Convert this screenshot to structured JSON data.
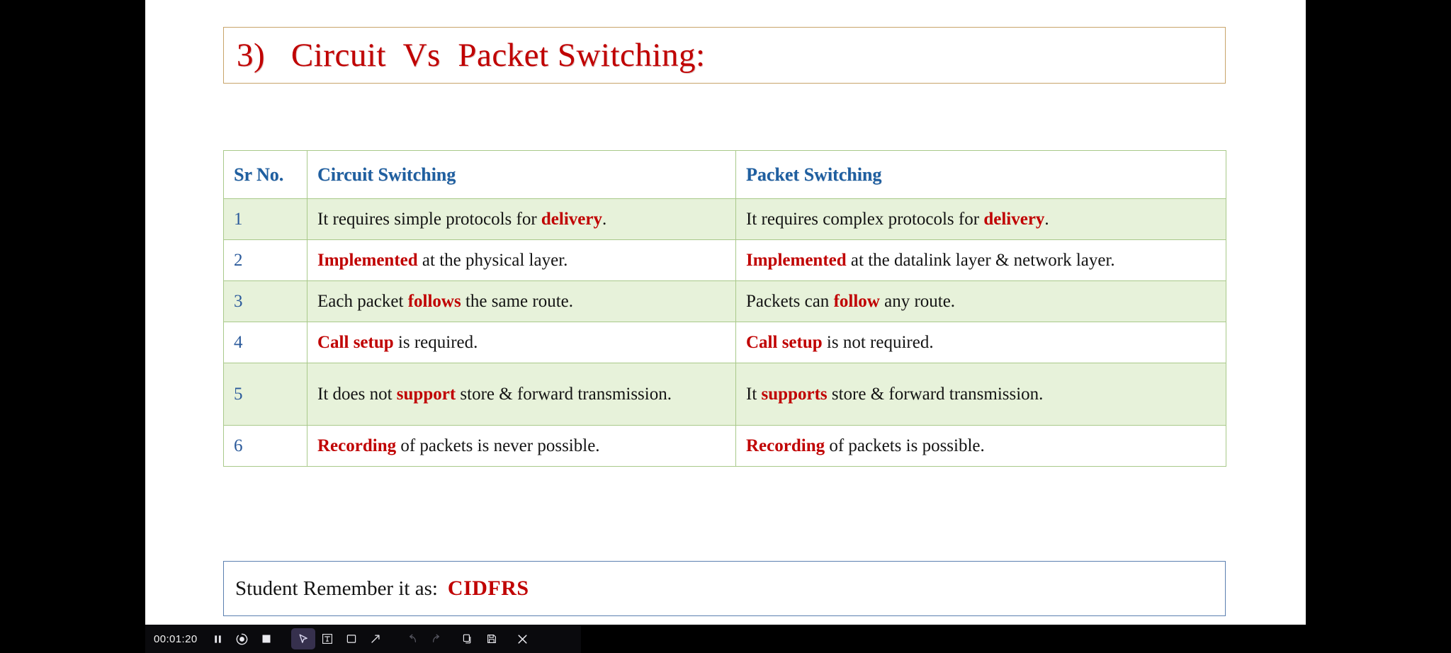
{
  "slide": {
    "title": "3)   Circuit  Vs  Packet Switching:",
    "note": {
      "label": "Student Remember it as:",
      "mnemonic": "CIDFRS"
    }
  },
  "table": {
    "headers": {
      "sr": "Sr No.",
      "left": "Circuit Switching",
      "right": "Packet Switching"
    },
    "rows": [
      {
        "sr": "1",
        "left": {
          "pre": "It requires simple protocols for ",
          "hl": "delivery",
          "post": "."
        },
        "right": {
          "pre": "It  requires complex protocols for ",
          "hl": "delivery",
          "post": "."
        }
      },
      {
        "sr": "2",
        "left": {
          "pre": "",
          "hl": "Implemented",
          "post": " at the physical layer."
        },
        "right": {
          "pre": "",
          "hl": "Implemented",
          "post": " at the datalink layer & network layer."
        }
      },
      {
        "sr": "3",
        "left": {
          "pre": "Each packet ",
          "hl": "follows",
          "post": " the same route."
        },
        "right": {
          "pre": "Packets can ",
          "hl": "follow",
          "post": " any route."
        }
      },
      {
        "sr": "4",
        "left": {
          "pre": "",
          "hl": "Call setup",
          "post": " is required."
        },
        "right": {
          "pre": "",
          "hl": "Call setup",
          "post": " is not required."
        }
      },
      {
        "sr": "5",
        "left": {
          "pre": "It does not ",
          "hl": "support",
          "post": " store & forward transmission."
        },
        "right": {
          "pre": "It ",
          "hl": "supports",
          "post": " store & forward transmission."
        }
      },
      {
        "sr": "6",
        "left": {
          "pre": "",
          "hl": "Recording",
          "post": " of packets is never possible."
        },
        "right": {
          "pre": "",
          "hl": "Recording",
          "post": " of packets is possible."
        }
      }
    ]
  },
  "toolbar": {
    "timer": "00:01:20",
    "buttons": [
      {
        "name": "pause-icon",
        "label": "Pause"
      },
      {
        "name": "record-icon",
        "label": "Record"
      },
      {
        "name": "stop-icon",
        "label": "Stop"
      },
      {
        "name": "cursor-icon",
        "label": "Select"
      },
      {
        "name": "text-tool-icon",
        "label": "Text"
      },
      {
        "name": "rectangle-icon",
        "label": "Rectangle"
      },
      {
        "name": "arrow-icon",
        "label": "Arrow"
      },
      {
        "name": "undo-icon",
        "label": "Undo"
      },
      {
        "name": "redo-icon",
        "label": "Redo"
      },
      {
        "name": "copy-icon",
        "label": "Copy"
      },
      {
        "name": "save-icon",
        "label": "Save"
      },
      {
        "name": "close-icon",
        "label": "Close"
      }
    ]
  },
  "colors": {
    "title_red": "#c00000",
    "header_blue": "#1f5fa0",
    "row_shade": "#e7f2da",
    "table_border": "#a9c98a",
    "note_border": "#5b7fb0",
    "toolbar_bg": "#0a0a0d"
  }
}
